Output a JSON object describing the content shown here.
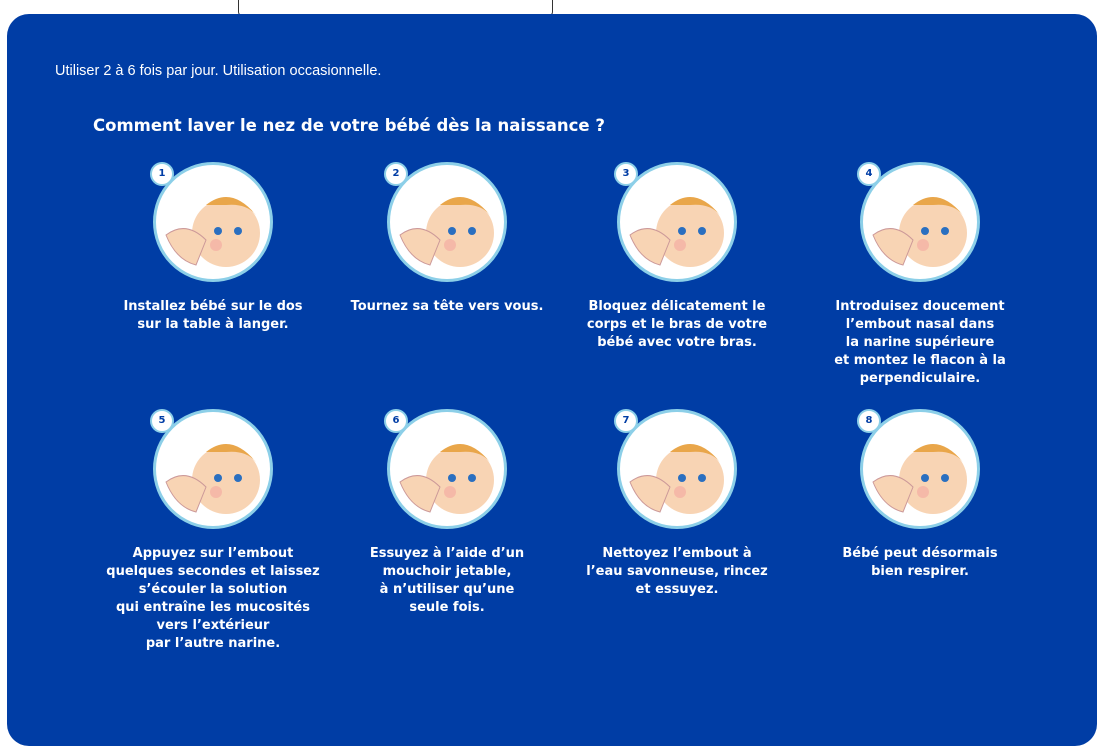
{
  "intro": "Utiliser 2 à 6 fois par jour. Utilisation occasionnelle.",
  "title": "Comment laver le nez de votre bébé dès la naissance ?",
  "colors": {
    "panel": "#003da5",
    "ring": "#8ccfe8",
    "skin": "#f8d4b4",
    "hair": "#e9a64a"
  },
  "steps": [
    {
      "number": "1",
      "lines": [
        "Installez bébé sur le dos",
        "sur la table à langer."
      ]
    },
    {
      "number": "2",
      "lines": [
        "Tournez sa tête vers vous."
      ]
    },
    {
      "number": "3",
      "lines": [
        "Bloquez délicatement le",
        "corps et le bras de votre",
        "bébé avec votre bras."
      ]
    },
    {
      "number": "4",
      "lines": [
        "Introduisez doucement",
        "l’embout nasal dans",
        "la narine supérieure",
        "et montez le flacon à la",
        "perpendiculaire."
      ]
    },
    {
      "number": "5",
      "lines": [
        "Appuyez sur l’embout",
        "quelques secondes et laissez",
        "s’écouler la solution",
        "qui entraîne les mucosités",
        "vers l’extérieur",
        "par l’autre narine."
      ]
    },
    {
      "number": "6",
      "lines": [
        "Essuyez à l’aide d’un",
        "mouchoir jetable,",
        "à n’utiliser qu’une",
        "seule fois."
      ]
    },
    {
      "number": "7",
      "lines": [
        "Nettoyez l’embout à",
        "l’eau savonneuse, rincez",
        "et essuyez."
      ]
    },
    {
      "number": "8",
      "lines": [
        "Bébé peut désormais",
        "bien respirer."
      ]
    }
  ]
}
